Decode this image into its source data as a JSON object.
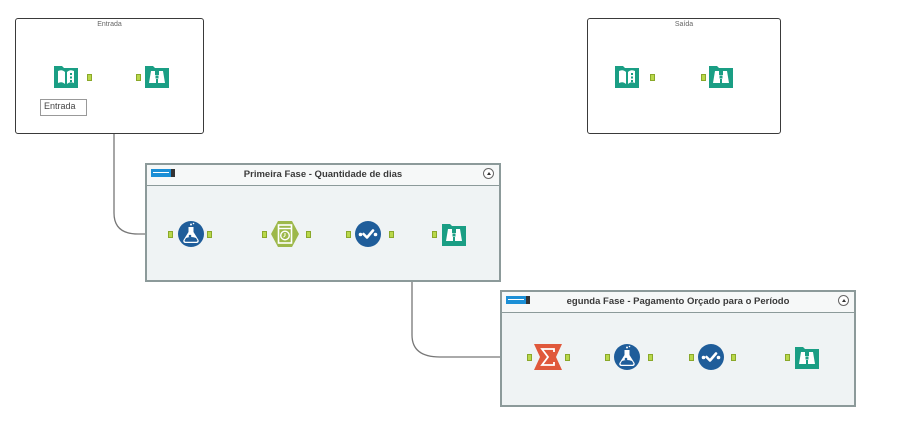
{
  "canvas": {
    "background": "#ffffff"
  },
  "colors": {
    "teal": "#1a9e84",
    "navy": "#1f5d9a",
    "olive": "#9db84a",
    "orange": "#e0583b",
    "anchor": "#b9d84a",
    "phase_bg": "#eff3f4",
    "phase_border": "#8c9a9a",
    "badge_blue": "#1b8fd6"
  },
  "containers": [
    {
      "id": "entrada",
      "title": "Entrada",
      "tools": [
        {
          "type": "input-data",
          "icon": "book-icon"
        },
        {
          "type": "browse",
          "icon": "binoculars-icon"
        }
      ],
      "annotation": "Entrada"
    },
    {
      "id": "saida",
      "title": "Saída",
      "tools": [
        {
          "type": "input-data",
          "icon": "book-icon"
        },
        {
          "type": "browse",
          "icon": "binoculars-icon"
        }
      ]
    }
  ],
  "phases": [
    {
      "id": "primeira-fase",
      "title": "Primeira Fase -  Quantidade de dias",
      "tools": [
        {
          "type": "formula",
          "icon": "flask-icon"
        },
        {
          "type": "datetime",
          "icon": "clock-icon"
        },
        {
          "type": "select",
          "icon": "check-dots-icon"
        },
        {
          "type": "browse",
          "icon": "binoculars-icon"
        }
      ]
    },
    {
      "id": "segunda-fase",
      "title": "egunda Fase - Pagamento Orçado para o Período",
      "tools": [
        {
          "type": "summarize",
          "icon": "sigma-icon"
        },
        {
          "type": "formula",
          "icon": "flask-icon"
        },
        {
          "type": "select",
          "icon": "check-dots-icon"
        },
        {
          "type": "browse",
          "icon": "binoculars-icon"
        }
      ]
    }
  ]
}
